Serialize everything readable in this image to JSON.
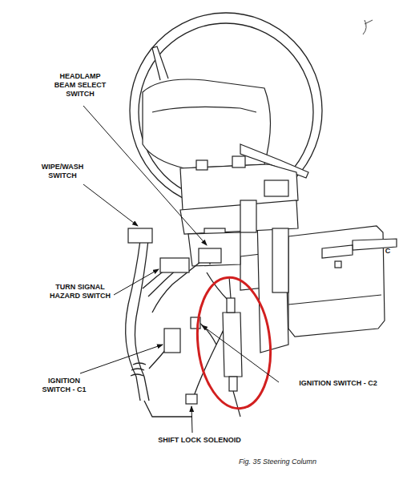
{
  "diagram": {
    "caption": "Fig. 35 Steering Column",
    "labels": [
      "HEADLAMP BEAM SELECT SWITCH",
      "WIPE/WASH SWITCH",
      "TURN SIGNAL HAZARD SWITCH",
      "IGNITION SWITCH - C1",
      "IGNITION SWITCH - C2",
      "SHIFT LOCK SOLENOID",
      "C"
    ]
  }
}
